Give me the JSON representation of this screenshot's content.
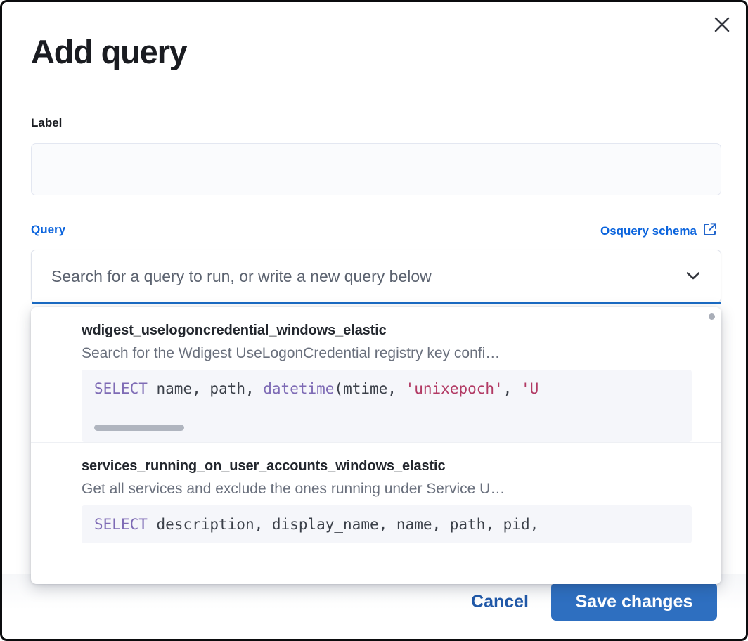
{
  "modal": {
    "title": "Add query",
    "close_icon": "close-icon"
  },
  "label_field": {
    "label": "Label",
    "value": "",
    "placeholder": ""
  },
  "query_field": {
    "label": "Query",
    "schema_link": "Osquery schema",
    "schema_link_icon": "external-link-icon",
    "combobox_value": "",
    "combobox_placeholder": "Search for a query to run, or write a new query below",
    "chevron_icon": "chevron-down-icon"
  },
  "dropdown": {
    "items": [
      {
        "title": "wdigest_uselogoncredential_windows_elastic",
        "description": "Search for the Wdigest UseLogonCredential registry key confi…",
        "code_tokens": [
          {
            "t": "SELECT",
            "c": "kw"
          },
          {
            "t": " ",
            "c": "punc"
          },
          {
            "t": "name",
            "c": "id"
          },
          {
            "t": ", ",
            "c": "punc"
          },
          {
            "t": "path",
            "c": "id"
          },
          {
            "t": ", ",
            "c": "punc"
          },
          {
            "t": "datetime",
            "c": "fn"
          },
          {
            "t": "(",
            "c": "punc"
          },
          {
            "t": "mtime",
            "c": "id"
          },
          {
            "t": ", ",
            "c": "punc"
          },
          {
            "t": "'unixepoch'",
            "c": "str"
          },
          {
            "t": ", ",
            "c": "punc"
          },
          {
            "t": "'U",
            "c": "str"
          }
        ],
        "has_scrollbar": true
      },
      {
        "title": "services_running_on_user_accounts_windows_elastic",
        "description": "Get all services and exclude the ones running under Service U…",
        "code_tokens": [
          {
            "t": "SELECT",
            "c": "kw"
          },
          {
            "t": " ",
            "c": "punc"
          },
          {
            "t": "description",
            "c": "id"
          },
          {
            "t": ", ",
            "c": "punc"
          },
          {
            "t": "display_name",
            "c": "id"
          },
          {
            "t": ", ",
            "c": "punc"
          },
          {
            "t": "name",
            "c": "id"
          },
          {
            "t": ", ",
            "c": "punc"
          },
          {
            "t": "path",
            "c": "id"
          },
          {
            "t": ", ",
            "c": "punc"
          },
          {
            "t": "pid",
            "c": "id"
          },
          {
            "t": ",",
            "c": "punc"
          }
        ],
        "has_scrollbar": false
      }
    ]
  },
  "footer": {
    "cancel_label": "Cancel",
    "save_label": "Save changes"
  },
  "colors": {
    "accent_blue": "#0b64dd",
    "primary_button": "#2e6fc0",
    "focus_underline": "#1a6bc4",
    "sql_keyword": "#7e6bb5",
    "sql_string": "#b23a64",
    "text_dark": "#1a1c21",
    "text_muted": "#6a707d"
  }
}
